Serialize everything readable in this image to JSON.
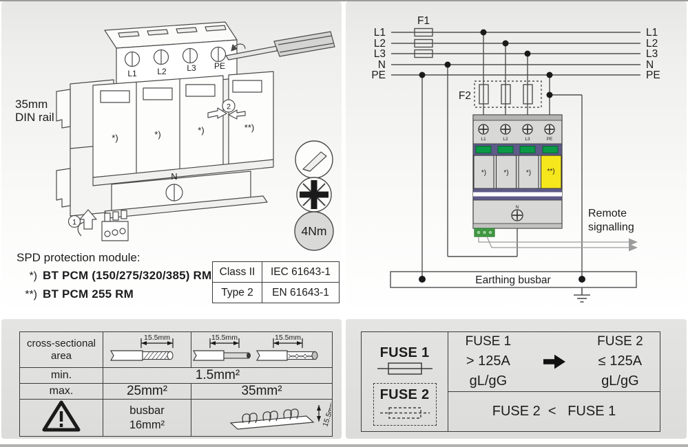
{
  "install": {
    "din_rail_1": "35mm",
    "din_rail_2": "DIN rail",
    "terminals": [
      "L1",
      "L2",
      "L3",
      "PE"
    ],
    "neutral": "N",
    "step_1": "1",
    "step_2": "2",
    "marks": [
      "*)",
      "*)",
      "*)",
      "**)"
    ],
    "torque_badge": "4Nm",
    "notes_title": "SPD protection module:",
    "note_star_prefix": "*)",
    "note_star_text": "BT PCM (150/275/320/385) RM",
    "note_dstar_prefix": "**)",
    "note_dstar_text": "BT PCM 255 RM",
    "standards": {
      "rows": [
        {
          "left": "Class II",
          "right": "IEC 61643-1"
        },
        {
          "left": "Type 2",
          "right": "EN 61643-1"
        }
      ]
    }
  },
  "schematic": {
    "bus_labels": [
      "L1",
      "L2",
      "L3",
      "N",
      "PE"
    ],
    "f1": "F1",
    "f2": "F2",
    "device": {
      "terminals": [
        "L1",
        "L2",
        "L3",
        "PE"
      ],
      "marks": [
        "*)",
        "*)",
        "*)",
        "**)"
      ],
      "neutral": "N"
    },
    "remote_1": "Remote",
    "remote_2": "signalling",
    "earthing": "Earthing busbar",
    "colors": {
      "purple": "#5e5b89",
      "green": "#0a9a45",
      "yellow": "#f6e61c"
    }
  },
  "wire_table": {
    "header_1": "cross-sectional",
    "header_2": "area",
    "strip": "15.5mm",
    "min_label": "min.",
    "min_value": "1.5mm²",
    "max_label": "max.",
    "max_25": "25mm²",
    "max_35": "35mm²",
    "busbar_1": "busbar",
    "busbar_2": "16mm²"
  },
  "fuse_table": {
    "fuse1_title": "FUSE 1",
    "fuse2_title": "FUSE 2",
    "cond_from_title": "FUSE 1",
    "cond_from_value": "> 125A gL/gG",
    "cond_to_title": "FUSE 2",
    "cond_to_value": "≤ 125A gL/gG",
    "rule": "FUSE 2  <   FUSE 1"
  }
}
